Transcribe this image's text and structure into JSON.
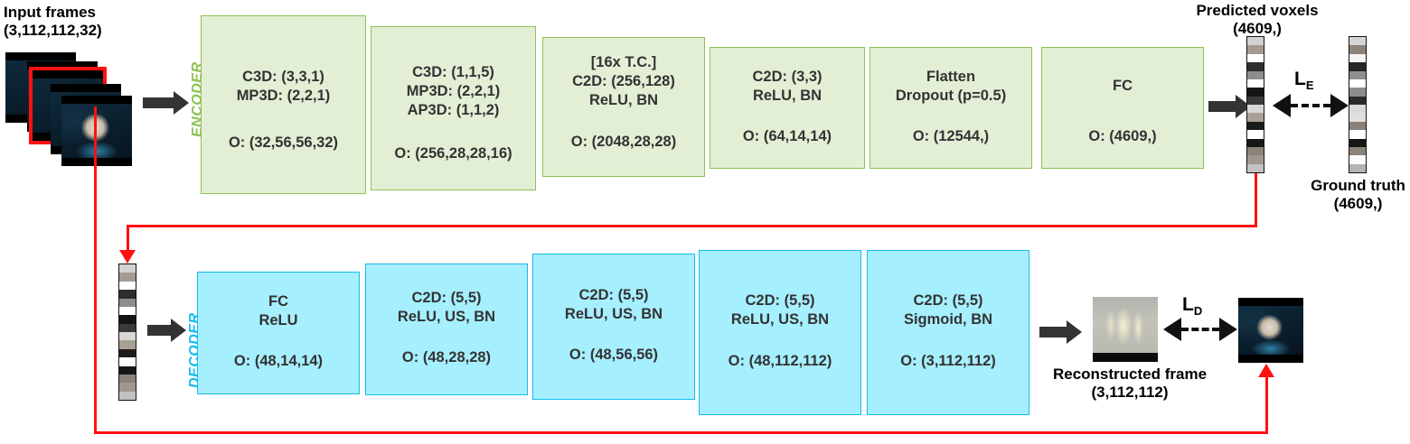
{
  "diagram": {
    "title_input": {
      "line1": "Input frames",
      "line2": "(3,112,112,32)"
    },
    "predicted": {
      "line1": "Predicted voxels",
      "line2": "(4609,)"
    },
    "ground_truth": {
      "line1": "Ground truth",
      "line2": "(4609,)"
    },
    "reconstructed": {
      "line1": "Reconstructed frame",
      "line2": "(3,112,112)"
    },
    "group_labels": {
      "encoder": "ENCODER",
      "decoder": "DECODER"
    },
    "losses": {
      "encoder_loss": "L",
      "encoder_loss_sub": "E",
      "decoder_loss": "L",
      "decoder_loss_sub": "D"
    },
    "colors": {
      "encoder_fill": "#e3efd5",
      "encoder_border": "#8cc152",
      "decoder_fill": "#a6efff",
      "decoder_border": "#15bbf0",
      "feedback_line": "#ff1111",
      "arrow": "#333333",
      "text": "#333333"
    },
    "encoder_blocks": [
      {
        "ops": "C3D: (3,3,1)\nMP3D: (2,2,1)",
        "output": "O: (32,56,56,32)"
      },
      {
        "ops": "C3D: (1,1,5)\nMP3D: (2,2,1)\nAP3D: (1,1,2)",
        "output": "O: (256,28,28,16)"
      },
      {
        "ops": "[16x T.C.]\nC2D: (256,128)\nReLU, BN",
        "output": "O: (2048,28,28)"
      },
      {
        "ops": "C2D: (3,3)\nReLU, BN",
        "output": "O: (64,14,14)"
      },
      {
        "ops": "Flatten\nDropout (p=0.5)",
        "output": "O: (12544,)"
      },
      {
        "ops": "FC",
        "output": "O: (4609,)"
      }
    ],
    "decoder_blocks": [
      {
        "ops": "FC\nReLU",
        "output": "O: (48,14,14)"
      },
      {
        "ops": "C2D: (5,5)\nReLU, US, BN",
        "output": "O: (48,28,28)"
      },
      {
        "ops": "C2D: (5,5)\nReLU, US, BN",
        "output": "O: (48,56,56)"
      },
      {
        "ops": "C2D: (5,5)\nReLU, US, BN",
        "output": "O: (48,112,112)"
      },
      {
        "ops": "C2D: (5,5)\nSigmoid, BN",
        "output": "O: (3,112,112)"
      }
    ],
    "voxel_strips": {
      "predicted": [
        "#d2d2d2",
        "#a39b93",
        "#ffffff",
        "#2e2e2e",
        "#8d8d8d",
        "#ffffff",
        "#141414",
        "#3a3a3a",
        "#d8d8d8",
        "#a8a096",
        "#1b1b1b",
        "#ffffff",
        "#171717",
        "#8b8378",
        "#a09890",
        "#c2c2c2"
      ],
      "ground_truth": [
        "#d5d5d5",
        "#8d8378",
        "#f4f4f4",
        "#262626",
        "#8f8f8f",
        "#ffffff",
        "#8d8d8d",
        "#2b2b2b",
        "#d9d9d9",
        "#e0e0e0",
        "#8a8078",
        "#ffffff",
        "#161616",
        "#8b8278",
        "#fbfbfb",
        "#b4b4b4"
      ],
      "latent": [
        "#d2d2d2",
        "#a39b93",
        "#ffffff",
        "#2e2e2e",
        "#8d8d8d",
        "#ffffff",
        "#141414",
        "#3a3a3a",
        "#d8d8d8",
        "#a8a096",
        "#1b1b1b",
        "#ffffff",
        "#171717",
        "#8b8378",
        "#a09890",
        "#c2c2c2"
      ]
    }
  }
}
